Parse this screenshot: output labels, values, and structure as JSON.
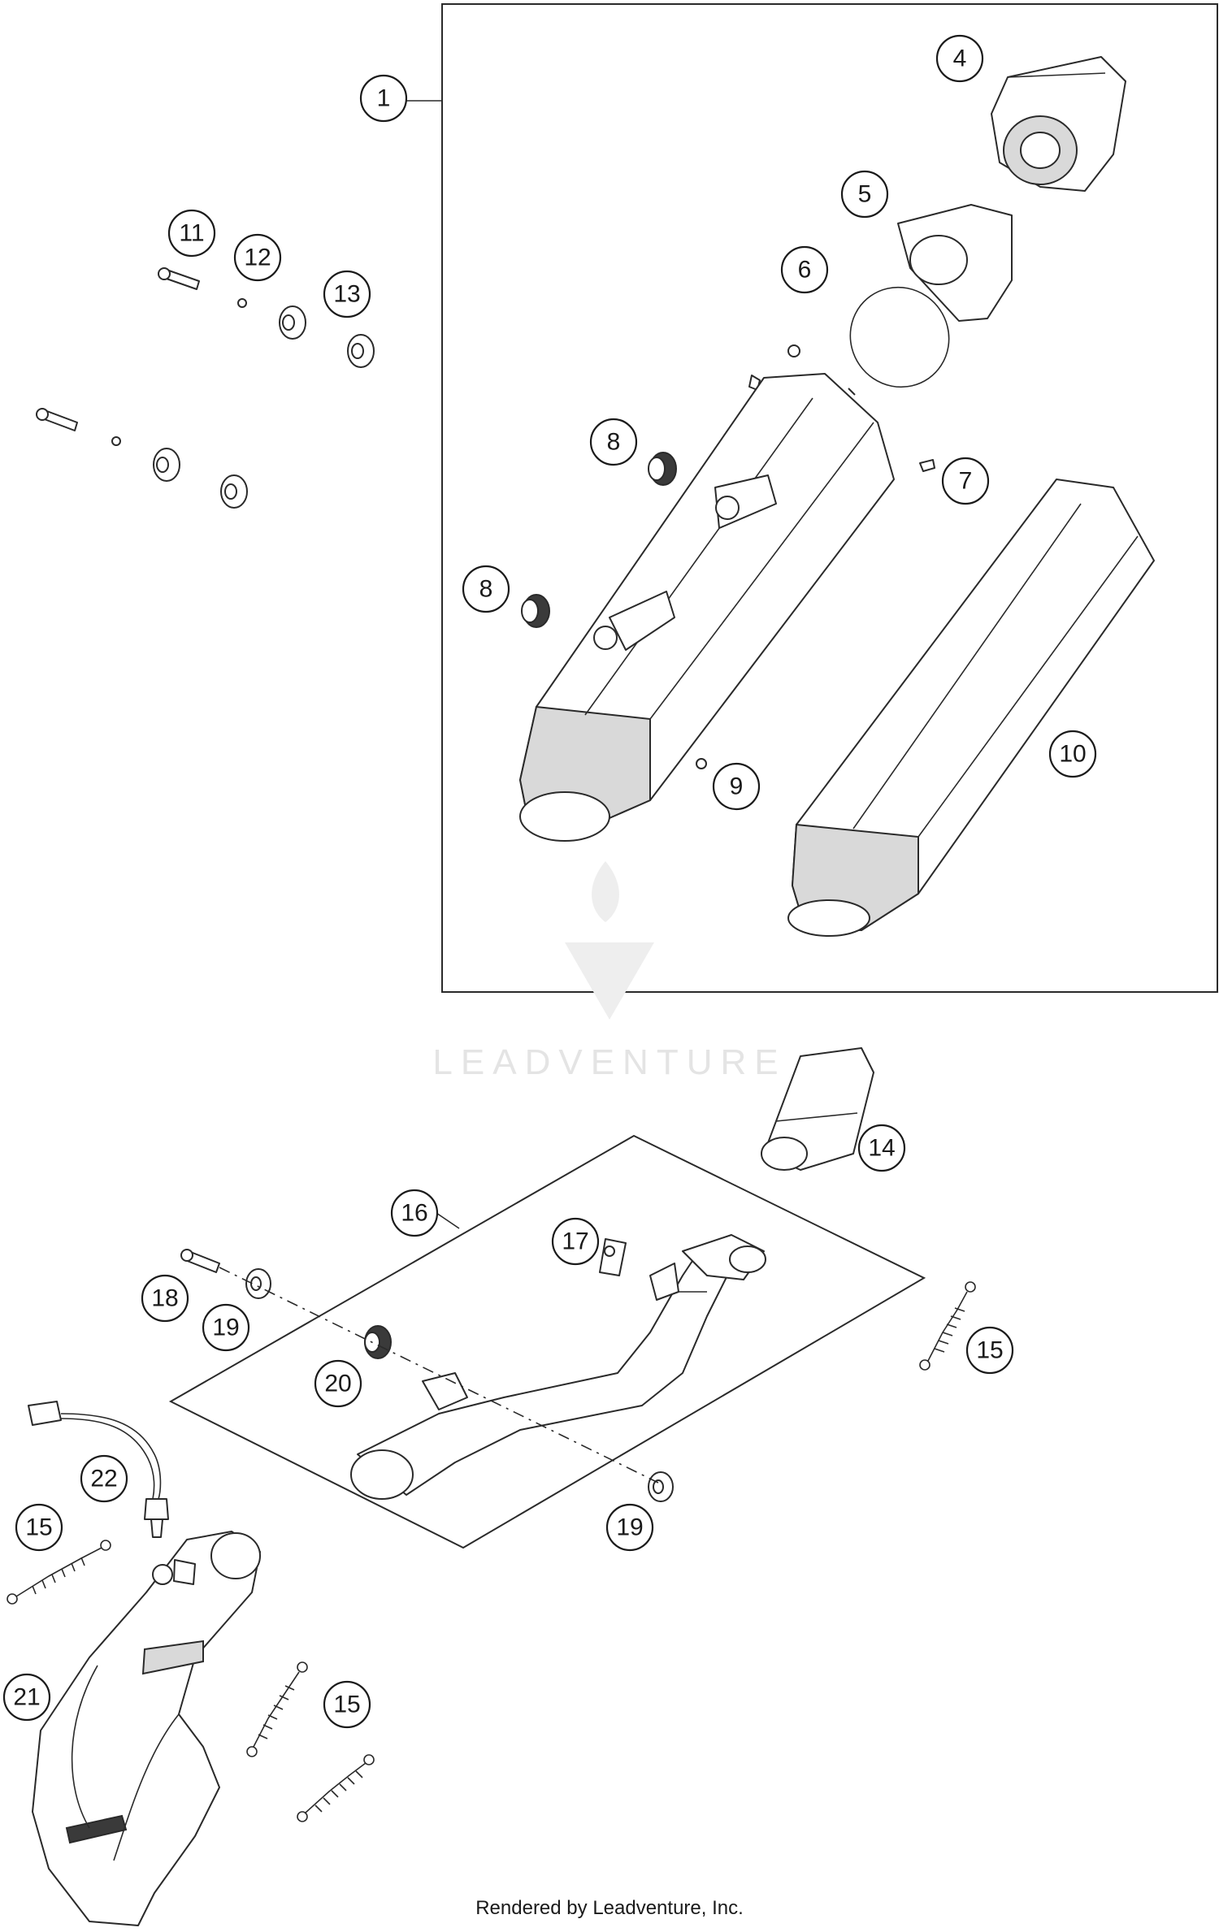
{
  "diagram": {
    "callouts": [
      "1",
      "4",
      "5",
      "6",
      "7",
      "8",
      "8",
      "9",
      "10",
      "11",
      "12",
      "13",
      "14",
      "15",
      "15",
      "15",
      "16",
      "17",
      "18",
      "19",
      "19",
      "20",
      "21",
      "22"
    ],
    "watermark": "LEADVENTURE",
    "footer": "Rendered by Leadventure, Inc."
  }
}
